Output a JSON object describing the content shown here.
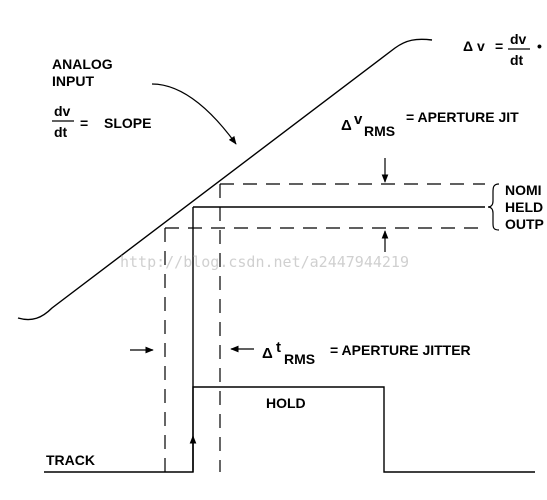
{
  "labels": {
    "analog_input_line1": "ANALOG",
    "analog_input_line2": "INPUT",
    "slope_dv": "dv",
    "slope_dt": "dt",
    "slope_eq": "=",
    "slope_word": "SLOPE",
    "top_delta_v": "Δ v",
    "top_eq": "=",
    "top_dv": "dv",
    "top_dt": "dt",
    "top_bullet": "•",
    "dv_rms_delta": "Δ",
    "dv_rms_v": "v",
    "dv_rms_sub": "RMS",
    "dv_rms_rest": "=   APERTURE JIT",
    "nominal_prefix": "NOMI",
    "held_prefix": "HELD",
    "output_prefix": "OUTP",
    "dt_rms_delta": "Δ",
    "dt_rms_t": "t",
    "dt_rms_sub": "RMS",
    "dt_rms_rest": "= APERTURE JITTER",
    "hold": "HOLD",
    "track": "TRACK",
    "watermark": "http://blog.csdn.net/a2447944219"
  }
}
